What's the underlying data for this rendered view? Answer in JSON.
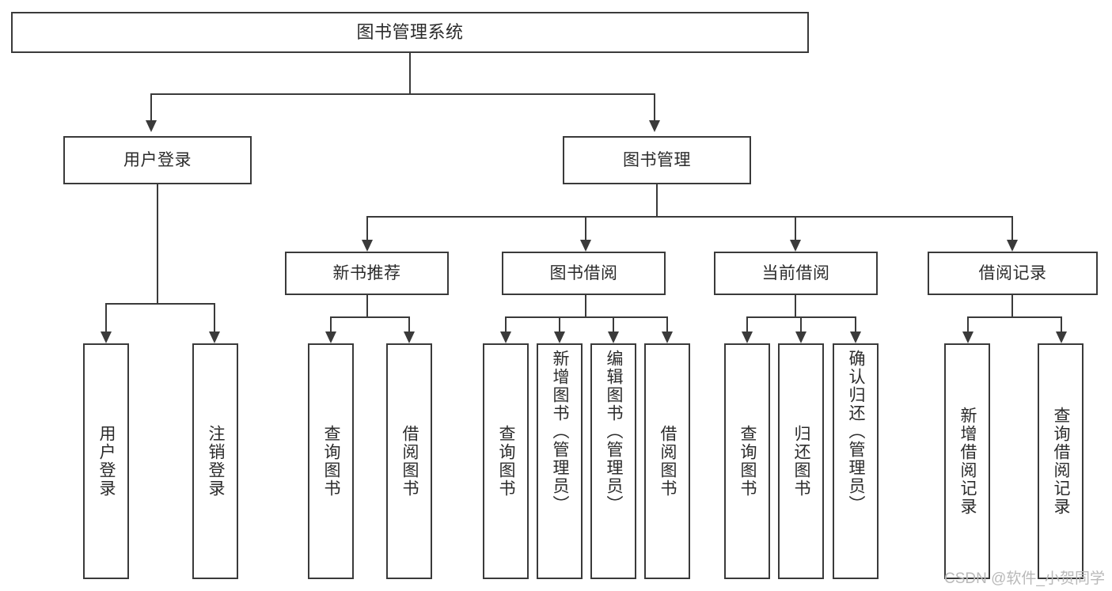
{
  "diagram": {
    "type": "tree-hierarchy",
    "title": "图书管理系统",
    "root": {
      "label": "图书管理系统"
    },
    "level2": [
      {
        "id": "user-login",
        "label": "用户登录"
      },
      {
        "id": "book-management",
        "label": "图书管理"
      }
    ],
    "level3": [
      {
        "id": "new-book-recommend",
        "label": "新书推荐",
        "parent": "book-management"
      },
      {
        "id": "book-borrow",
        "label": "图书借阅",
        "parent": "book-management"
      },
      {
        "id": "current-borrow",
        "label": "当前借阅",
        "parent": "book-management"
      },
      {
        "id": "borrow-record",
        "label": "借阅记录",
        "parent": "book-management"
      }
    ],
    "leaves": [
      {
        "id": "leaf-user-login",
        "label": "用户登录",
        "parent": "user-login"
      },
      {
        "id": "leaf-logout-login",
        "label": "注销登录",
        "parent": "user-login"
      },
      {
        "id": "leaf-query-book-1",
        "label": "查询图书",
        "parent": "new-book-recommend"
      },
      {
        "id": "leaf-borrow-book-1",
        "label": "借阅图书",
        "parent": "new-book-recommend"
      },
      {
        "id": "leaf-query-book-2",
        "label": "查询图书",
        "parent": "book-borrow"
      },
      {
        "id": "leaf-add-book",
        "label": "新增图书（管理员）",
        "parent": "book-borrow"
      },
      {
        "id": "leaf-edit-book",
        "label": "编辑图书（管理员）",
        "parent": "book-borrow"
      },
      {
        "id": "leaf-borrow-book-2",
        "label": "借阅图书",
        "parent": "book-borrow"
      },
      {
        "id": "leaf-query-book-3",
        "label": "查询图书",
        "parent": "current-borrow"
      },
      {
        "id": "leaf-return-book",
        "label": "归还图书",
        "parent": "current-borrow"
      },
      {
        "id": "leaf-confirm-return",
        "label": "确认归还（管理员）",
        "parent": "current-borrow"
      },
      {
        "id": "leaf-add-record",
        "label": "新增借阅记录",
        "parent": "borrow-record"
      },
      {
        "id": "leaf-query-record",
        "label": "查询借阅记录",
        "parent": "borrow-record"
      }
    ]
  },
  "watermark": {
    "text": "CSDN @软件_小贺同学"
  },
  "colors": {
    "stroke": "#3a3a3a",
    "text": "#2b2b2b",
    "background": "#ffffff",
    "watermark": "#b9b9b9"
  }
}
